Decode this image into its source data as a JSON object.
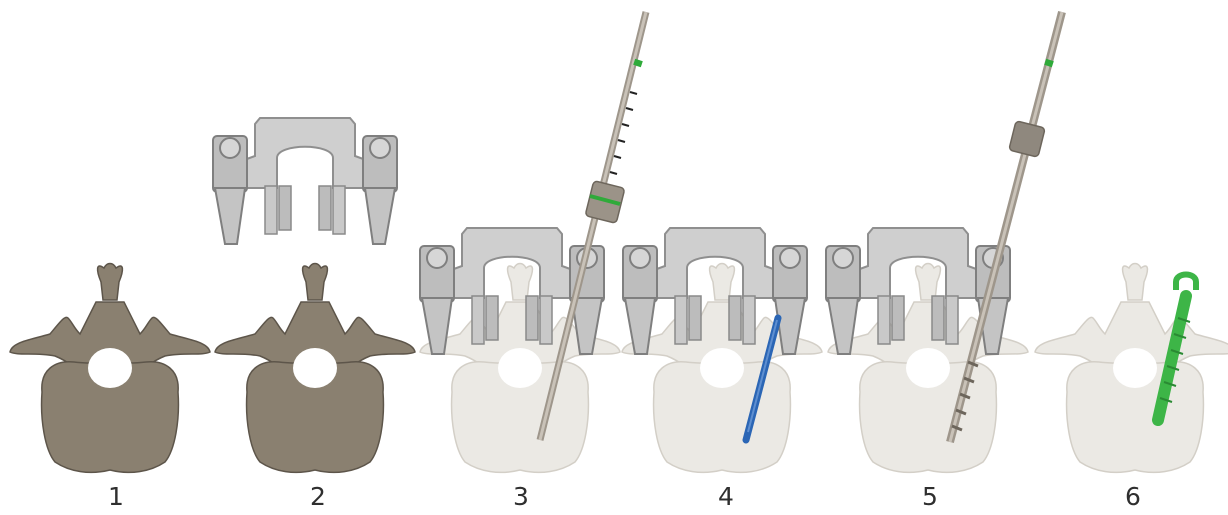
{
  "figure": {
    "steps": [
      {
        "label": "1"
      },
      {
        "label": "2"
      },
      {
        "label": "3"
      },
      {
        "label": "4"
      },
      {
        "label": "5"
      },
      {
        "label": "6"
      }
    ]
  },
  "colors": {
    "bone": "#8a8070",
    "bone_faded": "#e9e7e2",
    "guide": "#b8b8b8",
    "guide_dark": "#8f8f8f",
    "instrument": "#b8b0a5",
    "marker": "#2faa3a",
    "k_wire": "#2b66b5",
    "screw": "#3db547"
  }
}
